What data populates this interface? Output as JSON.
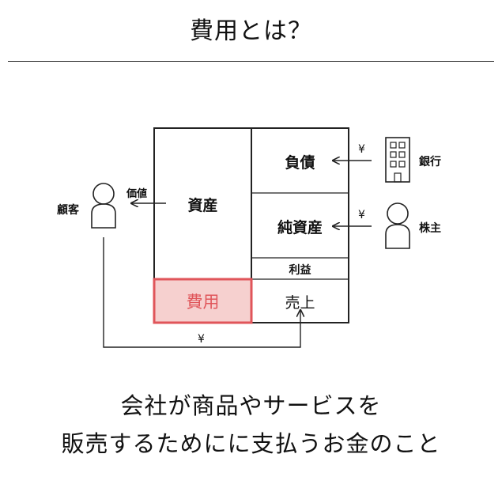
{
  "header": {
    "title": "費用とは？"
  },
  "balance_sheet": {
    "assets": "資産",
    "liabilities": "負債",
    "net_assets": "純資産",
    "profit": "利益",
    "sales": "売上",
    "expenses": "費用"
  },
  "actors": {
    "customer": "顧客",
    "bank": "銀行",
    "shareholder": "株主"
  },
  "flows": {
    "value_label": "価値",
    "yen_bank": "¥",
    "yen_shareholder": "¥",
    "yen_customer": "¥"
  },
  "caption": {
    "line1": "会社が商品やサービスを",
    "line2": "販売するためにに支払うお金のこと"
  },
  "colors": {
    "expense_fill": "#f6d0cf",
    "expense_border": "#e0555a",
    "expense_text": "#e0555a",
    "line": "#222222"
  }
}
